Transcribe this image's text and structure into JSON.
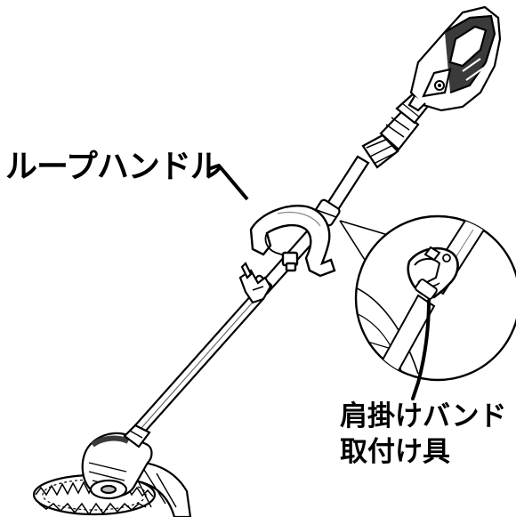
{
  "callouts": {
    "loop_handle": "ループハンドル",
    "shoulder_strap_mount_line1": "肩掛けバンド",
    "shoulder_strap_mount_line2": "取付け具"
  },
  "colors": {
    "line": "#000000",
    "fill": "#ffffff",
    "shade": "#3a3a3a",
    "light_shade": "#bdbdbd"
  },
  "icons": [
    "loop-handle-part",
    "shoulder-strap-mount-part",
    "battery-motor-unit",
    "trimmer-head"
  ]
}
